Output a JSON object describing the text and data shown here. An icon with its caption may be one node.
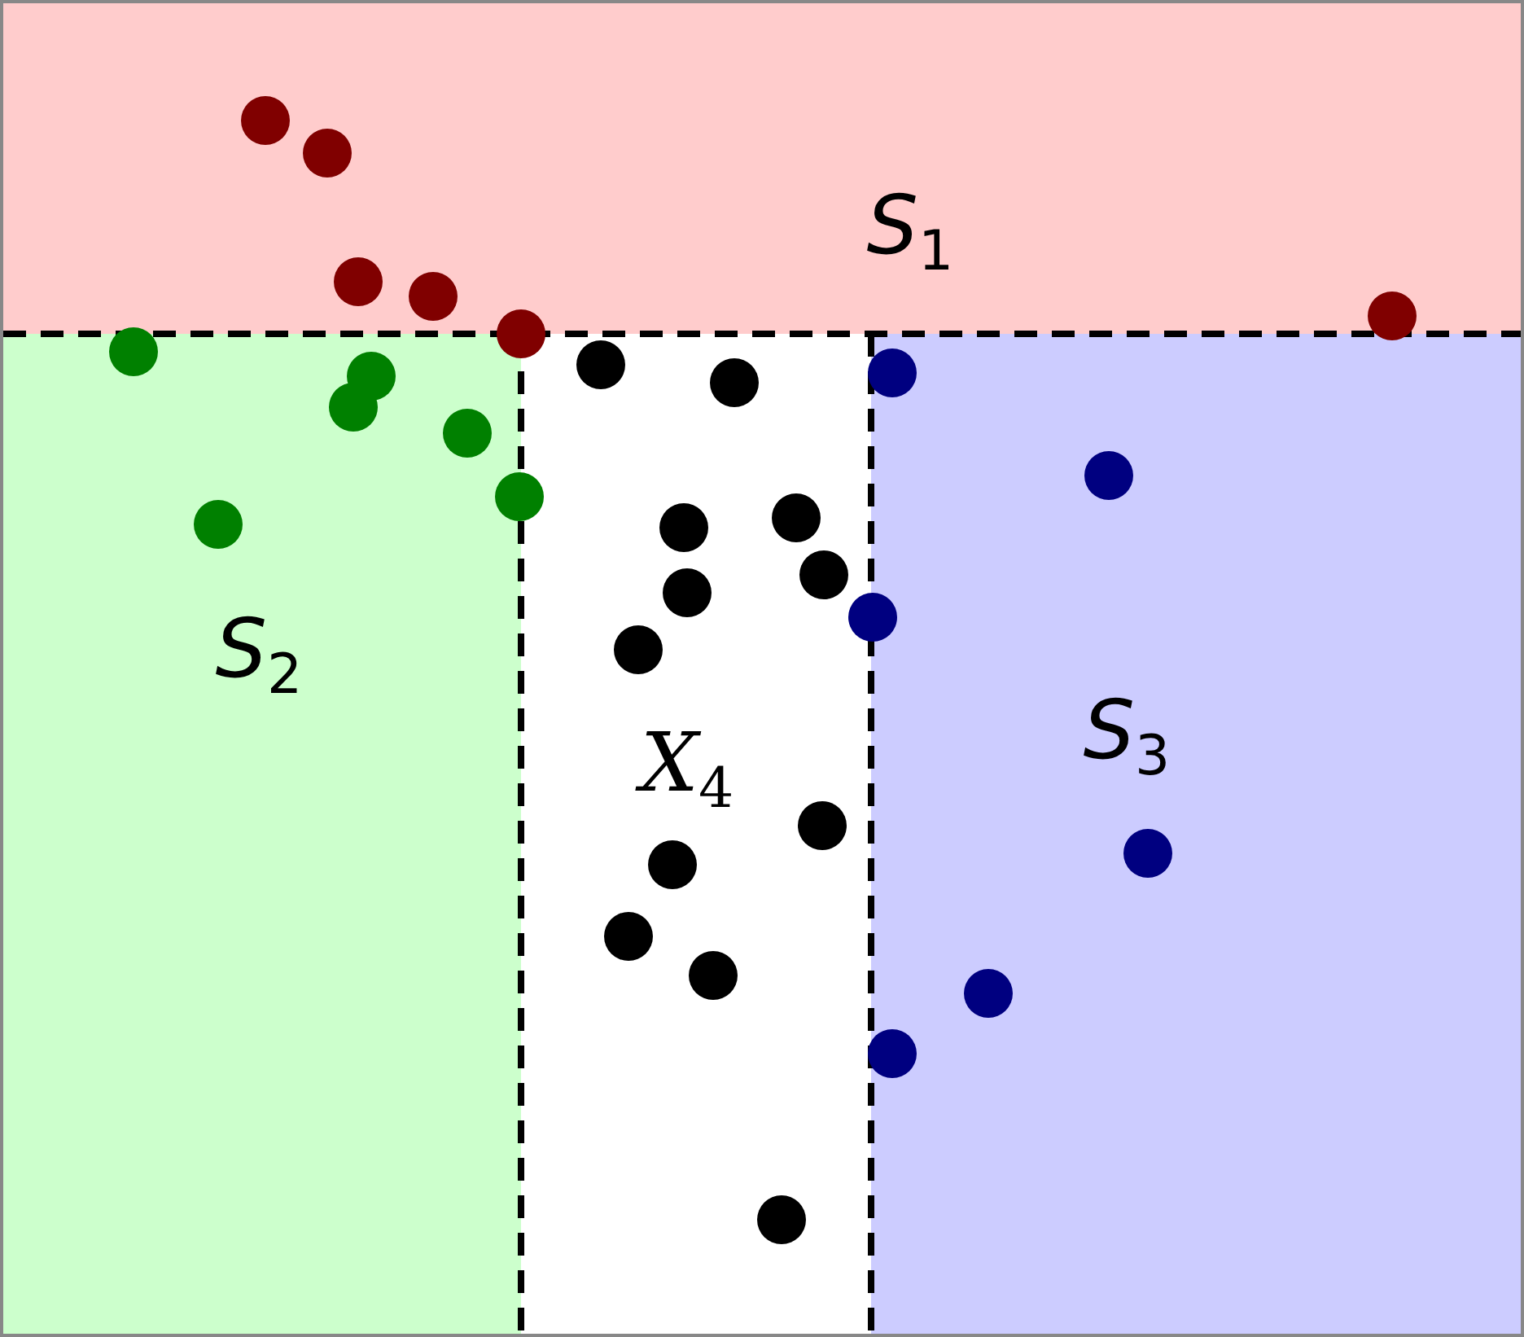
{
  "diagram": {
    "nodes": [
      {
        "text": [
          "*S*$_{1}$"
        ]
      },
      {
        "text": [
          "*S*$_{2}$"
        ]
      },
      {
        "text": [
          "*X*$_{4}$"
        ]
      },
      {
        "text": [
          "*S*$_{3}$"
        ]
      }
    ]
  }
}
